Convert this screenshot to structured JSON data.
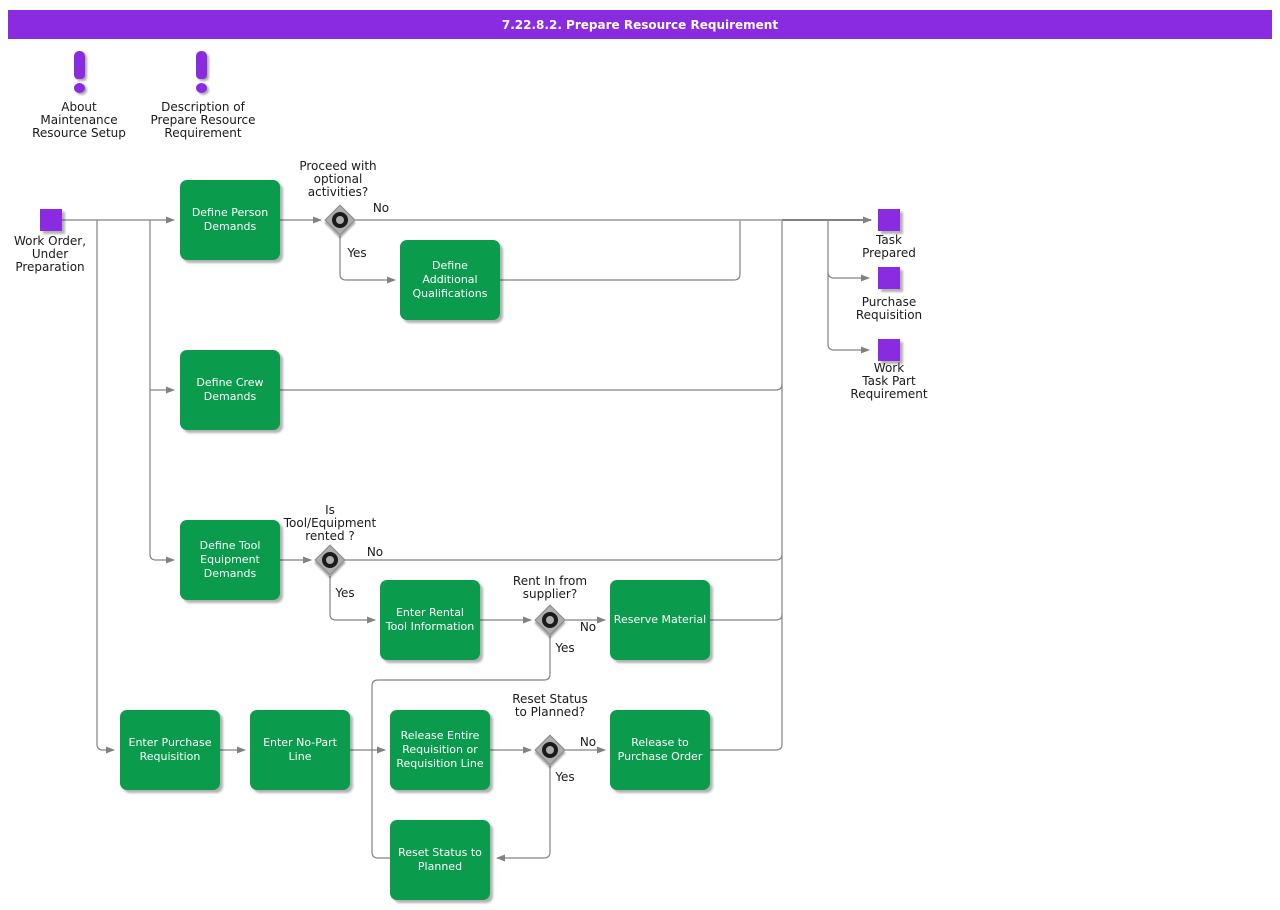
{
  "title": "7.22.8.2. Prepare Resource Requirement",
  "colors": {
    "title_bar": "#8A2BE2",
    "event_square": "#8A2BE2",
    "activity_green": "#0A9B4C",
    "connector_gray": "#828282",
    "gateway_gray": "#AEAEAE"
  },
  "legend_icons": [
    {
      "label": "About\nMaintenance\nResource Setup"
    },
    {
      "label": "Description of\nPrepare Resource\nRequirement"
    }
  ],
  "start_event": {
    "label": "Work Order,\nUnder\nPreparation"
  },
  "activities": [
    {
      "label": "Define Person\nDemands"
    },
    {
      "label": "Define\nAdditional\nQualifications"
    },
    {
      "label": "Define Crew\nDemands"
    },
    {
      "label": "Define Tool\nEquipment\nDemands"
    },
    {
      "label": "Enter Rental\nTool Information"
    },
    {
      "label": "Reserve Material"
    },
    {
      "label": "Enter Purchase\nRequisition"
    },
    {
      "label": "Enter No-Part\nLine"
    },
    {
      "label": "Release Entire\nRequisition or\nRequisition Line"
    },
    {
      "label": "Release to\nPurchase Order"
    },
    {
      "label": "Reset Status to\nPlanned"
    }
  ],
  "gateways": [
    {
      "question": "Proceed with\noptional\nactivities?",
      "yes": "Yes",
      "no": "No"
    },
    {
      "question": "Is\nTool/Equipment\nrented ?",
      "yes": "Yes",
      "no": "No"
    },
    {
      "question": "Rent In from\nsupplier?",
      "yes": "Yes",
      "no": "No"
    },
    {
      "question": "Reset Status\nto Planned?",
      "yes": "Yes",
      "no": "No"
    }
  ],
  "end_events": [
    {
      "label": "Task\nPrepared"
    },
    {
      "label": "Purchase\nRequisition"
    },
    {
      "label": "Work\nTask Part\nRequirement"
    }
  ]
}
